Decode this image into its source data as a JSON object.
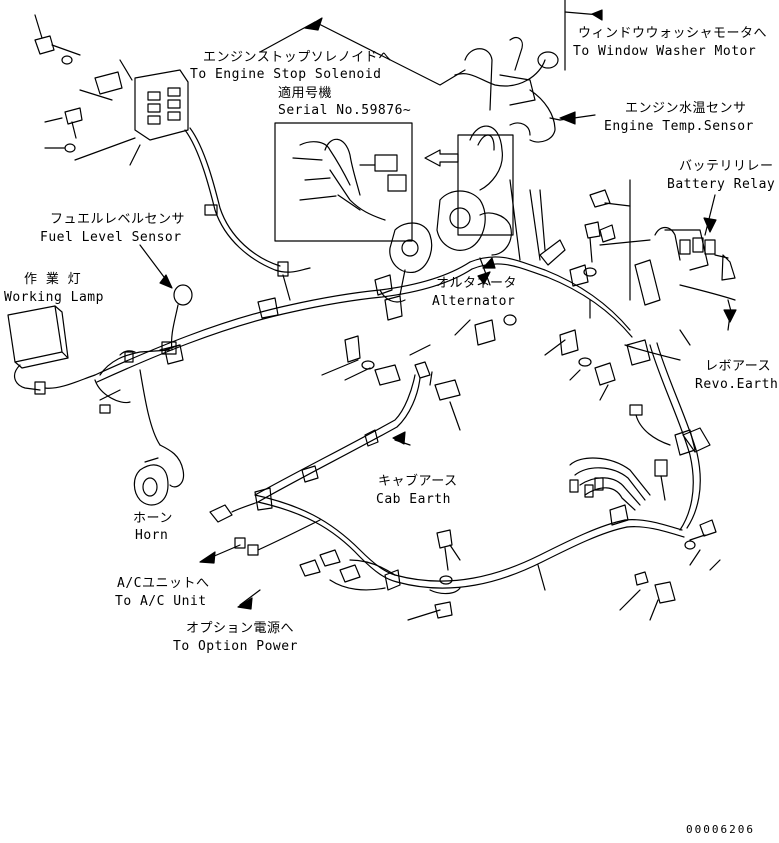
{
  "labels": {
    "engine_stop_ja": "エンジンストップソレノイドへ",
    "engine_stop_en": "To Engine Stop Solenoid",
    "serial_ja": "適用号機",
    "serial_en": "Serial No.59876~",
    "window_washer_ja": "ウィンドウウォッシャモータへ",
    "window_washer_en": "To Window Washer Motor",
    "engine_temp_ja": "エンジン水温センサ",
    "engine_temp_en": "Engine Temp.Sensor",
    "battery_relay_ja": "バッテリリレー",
    "battery_relay_en": "Battery Relay",
    "fuel_level_ja": "フュエルレベルセンサ",
    "fuel_level_en": "Fuel Level Sensor",
    "working_lamp_ja": "作 業 灯",
    "working_lamp_en": "Working Lamp",
    "alternator_ja": "オルタネータ",
    "alternator_en": "Alternator",
    "revo_earth_ja": "レボアース",
    "revo_earth_en": "Revo.Earth",
    "cab_earth_ja": "キャブアース",
    "cab_earth_en": "Cab Earth",
    "horn_ja": "ホーン",
    "horn_en": "Horn",
    "ac_unit_ja": "A/Cユニットへ",
    "ac_unit_en": "To A/C Unit",
    "option_power_ja": "オプション電源へ",
    "option_power_en": "To Option Power",
    "drawing_code": "00006206"
  }
}
